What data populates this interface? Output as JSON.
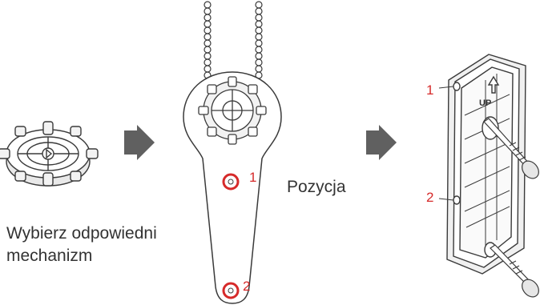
{
  "steps": {
    "select_mechanism": {
      "caption_line1": "Wybierz odpowiedni",
      "caption_line2": "mechanizm",
      "icon": "gear-wheel-icon"
    },
    "position": {
      "label": "Pozycja",
      "markers": [
        "1",
        "2"
      ]
    },
    "mount_bracket": {
      "markers": [
        "1",
        "2"
      ],
      "up_label": "UP",
      "icon": "screw-icon"
    }
  },
  "arrows": [
    "arrow-right-icon",
    "arrow-right-icon"
  ],
  "colors": {
    "accent_red": "#d62a2a",
    "arrow_gray": "#606060",
    "line": "#3a3a3a"
  }
}
